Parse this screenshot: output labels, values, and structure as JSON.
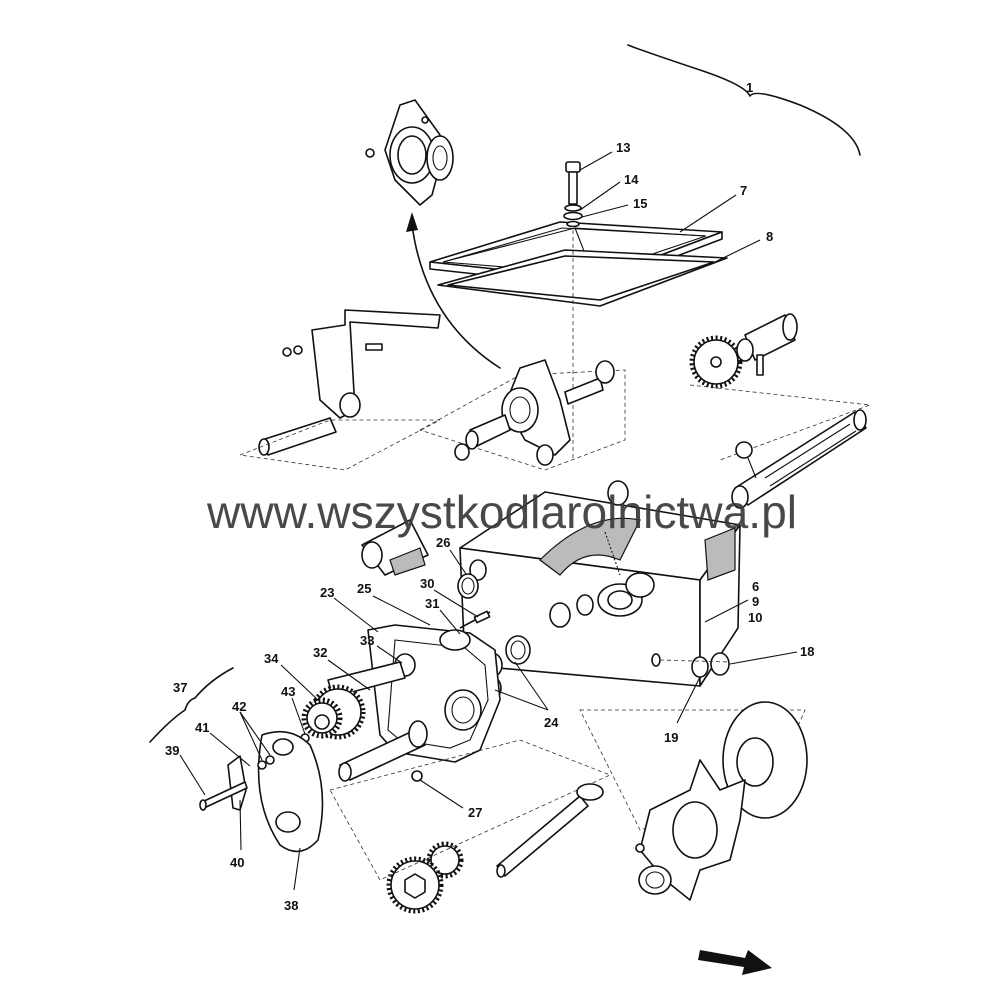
{
  "diagram": {
    "type": "exploded-parts-diagram",
    "watermark": "www.wszystkodlarolnictwa.pl",
    "part_labels": [
      "1",
      "13",
      "14",
      "15",
      "7",
      "8",
      "26",
      "23",
      "25",
      "30",
      "31",
      "33",
      "32",
      "34",
      "37",
      "43",
      "42",
      "41",
      "39",
      "40",
      "38",
      "27",
      "24",
      "19",
      "18",
      "6",
      "9",
      "10"
    ]
  },
  "colors": {
    "ink": "#111111",
    "watermark": "#3a3a3a"
  }
}
